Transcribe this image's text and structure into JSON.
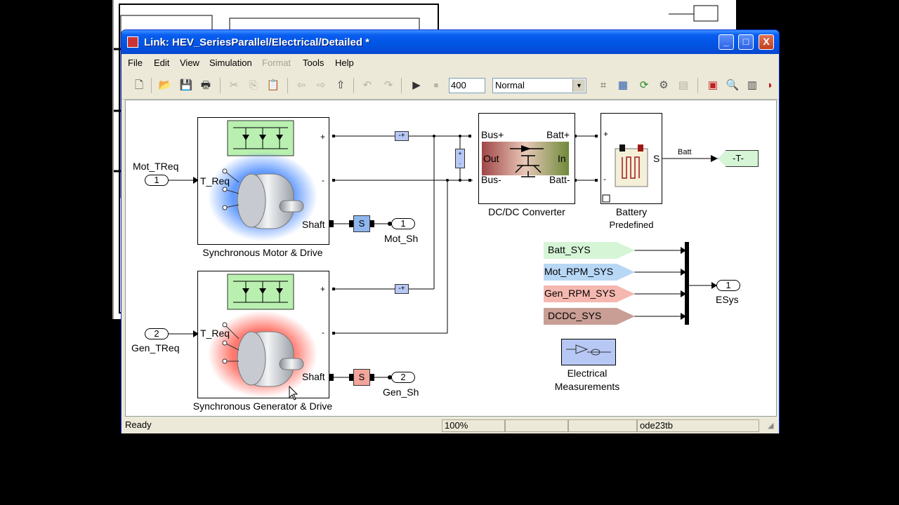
{
  "window": {
    "title": "Link: HEV_SeriesParallel/Electrical/Detailed *",
    "controls": {
      "minimize": "_",
      "maximize": "□",
      "close": "X"
    }
  },
  "menu": [
    "File",
    "Edit",
    "View",
    "Simulation",
    "Format",
    "Tools",
    "Help"
  ],
  "toolbar": {
    "stop_time": "400",
    "sim_mode": "Normal",
    "icons": [
      "new-icon",
      "open-icon",
      "save-icon",
      "print-icon",
      "cut-icon",
      "copy-icon",
      "paste-icon",
      "back-icon",
      "forward-icon",
      "up-icon",
      "undo-icon",
      "redo-icon",
      "run-icon",
      "stop-icon",
      "library-browser-icon",
      "model-explorer-icon",
      "update-diagram-icon",
      "build-icon",
      "debug-icon",
      "mode-icon",
      "find-icon",
      "explorer-icon",
      "more-icon"
    ]
  },
  "diagram": {
    "inports": [
      {
        "num": "1",
        "name": "Mot_TReq"
      },
      {
        "num": "2",
        "name": "Gen_TReq"
      }
    ],
    "outports": [
      {
        "num": "1",
        "name": "Mot_Sh"
      },
      {
        "num": "2",
        "name": "Gen_Sh"
      },
      {
        "num": "1",
        "name": "ESys"
      }
    ],
    "motor": {
      "name": "Synchronous Motor & Drive",
      "t_req": "T_Req",
      "shaft": "Shaft",
      "plus": "+",
      "minus": "-"
    },
    "generator": {
      "name": "Synchronous Generator & Drive",
      "t_req": "T_Req",
      "shaft": "Shaft",
      "plus": "+",
      "minus": "-"
    },
    "dcdc": {
      "name": "DC/DC Converter",
      "bus_plus": "Bus+",
      "bus_minus": "Bus-",
      "batt_plus": "Batt+",
      "batt_minus": "Batt-",
      "out": "Out",
      "in": "In"
    },
    "battery": {
      "name": "Battery",
      "sub": "Predefined",
      "plus": "+",
      "minus": "-",
      "s": "S"
    },
    "batt_signal": "Batt",
    "goto_tag": "-T-",
    "sensor_label": "S",
    "signals": [
      {
        "name": "Batt_SYS",
        "color": "#d6f5d6"
      },
      {
        "name": "Mot_RPM_SYS",
        "color": "#b8d7f5"
      },
      {
        "name": "Gen_RPM_SYS",
        "color": "#f5b8b0"
      },
      {
        "name": "DCDC_SYS",
        "color": "#c99e95"
      }
    ],
    "measurements": "Electrical\nMeasurements",
    "colors": {
      "motor_glow": "#3c82ff",
      "gen_glow": "#ff4a3c",
      "bridge": "#b9f0b0"
    }
  },
  "status": {
    "ready": "Ready",
    "zoom": "100%",
    "solver": "ode23tb"
  }
}
